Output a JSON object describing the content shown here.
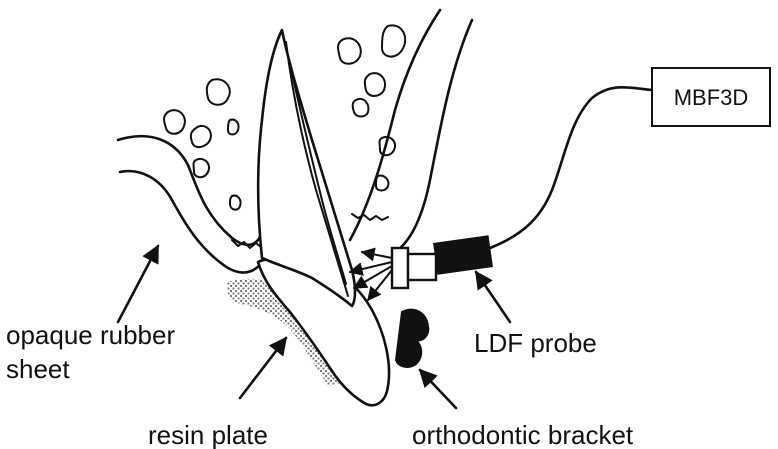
{
  "labels": {
    "device_box": "MBF3D",
    "opaque_rubber_sheet_line1": "opaque rubber",
    "opaque_rubber_sheet_line2": "sheet",
    "resin_plate": "resin plate",
    "ldf_probe": "LDF probe",
    "orthodontic_bracket": "orthodontic bracket"
  },
  "colors": {
    "ink": "#111111",
    "background": "#ffffff",
    "resin_stipple": "#8a8a8a"
  }
}
